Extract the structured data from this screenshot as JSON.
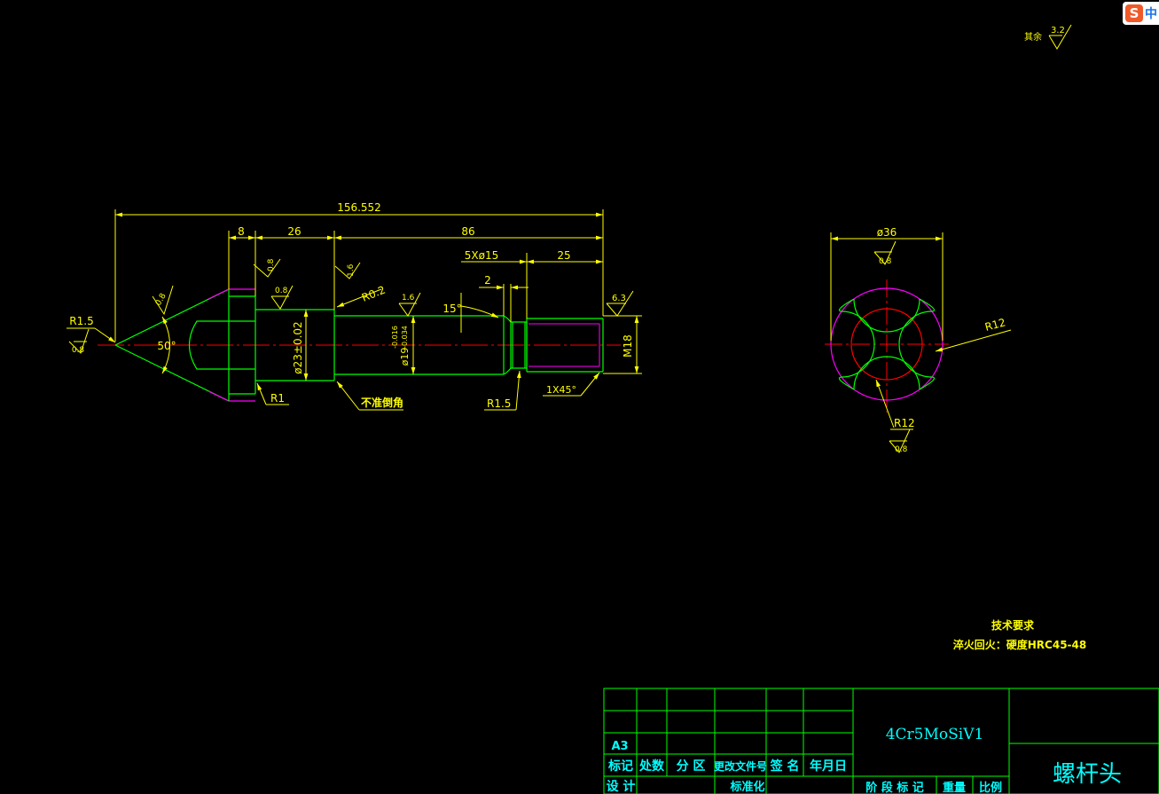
{
  "colors": {
    "background": "#000000",
    "outline": "#00ff00",
    "dimension": "#ffff00",
    "centerline": "#ff0000",
    "chamfer": "#ff00ff",
    "table_text": "#00ffff"
  },
  "roughness_other": {
    "label": "其余",
    "value": "3.2"
  },
  "ime_badge": {
    "letter": "S",
    "extra": "中"
  },
  "front_view": {
    "dims": {
      "overall": "156.552",
      "d8": "8",
      "d26": "26",
      "d86": "86",
      "groove": "5Xø15",
      "d25": "25",
      "d2": "2",
      "angle15": "15°",
      "angle50": "50°",
      "r1_5_left": "R1.5",
      "r0_2": "R0.2",
      "r1": "R1",
      "r1_5_groove": "R1.5",
      "chamfer": "1X45°",
      "dia23": "ø23±0.02",
      "dia19": "ø19",
      "dia19_tol_upper": "-0.016",
      "dia19_tol_lower": "-0.034",
      "thread": "M18",
      "no_chamfer_note": "不准倒角"
    },
    "roughness": {
      "r_left": "0.8",
      "r_cone": "0.8",
      "r_head_top": "0.8",
      "r_neck": "0.8",
      "r_shaft": "1.6",
      "r_shaft2": "1.6",
      "r_thread": "6.3"
    }
  },
  "side_view": {
    "dims": {
      "dia36": "ø36",
      "r12_right": "R12",
      "r12_bottom": "R12"
    },
    "roughness": {
      "r_top": "0.8",
      "r_bottom": "0.8"
    }
  },
  "tech_req": {
    "title": "技术要求",
    "line1": "淬火回火：硬度HRC45-48"
  },
  "title_block": {
    "sheet": "A3",
    "material": "4Cr5MoSiV1",
    "part_name": "螺杆头",
    "row_labels": [
      "标记",
      "处数",
      "分 区",
      "更改文件号",
      "签 名",
      "年月日"
    ],
    "row2_labels": [
      "设 计",
      "标准化",
      "阶 段 标 记",
      "重量",
      "比例"
    ]
  }
}
